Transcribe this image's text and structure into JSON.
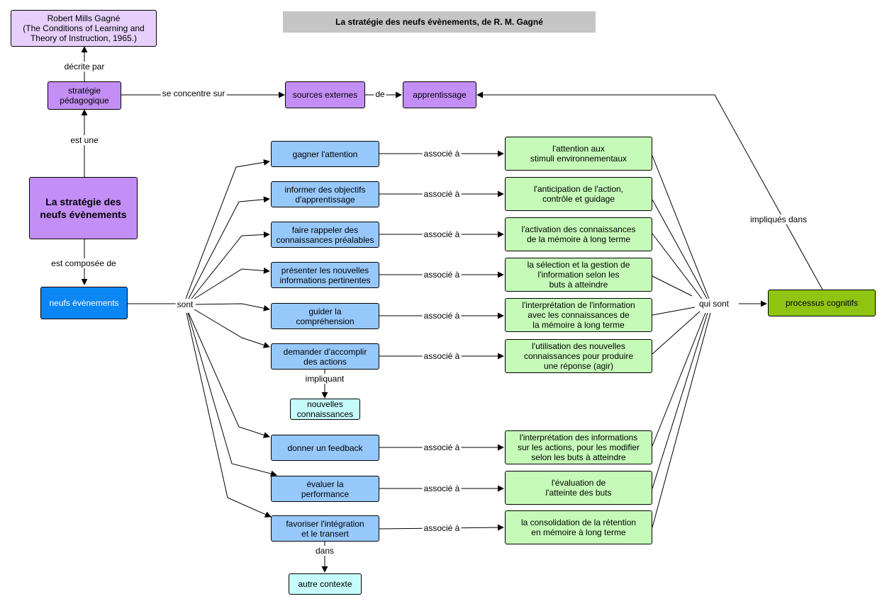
{
  "title": "La stratégie des neufs évènements, de R. M. Gagné",
  "colors": {
    "lilac": "#e6d0fb",
    "purple": "#c38ef5",
    "blue": "#0a86f5",
    "light_blue": "#97c8fb",
    "green": "#c5fab8",
    "lime": "#8fc413",
    "cyan": "#c5fbfb",
    "title_bar": "#c5c5c5"
  },
  "nodes": {
    "author": "Robert Mills Gagné\n(The Conditions of Learning and\nTheory of Instruction, 1965.)",
    "strategie_pedagogique": "stratégie\npédagogique",
    "sources_externes": "sources externes",
    "apprentissage": "apprentissage",
    "main": "La stratégie des\nneufs évènements",
    "neufs_evenements": "neufs évènements",
    "processus_cognitifs": "processus cognitifs",
    "nouvelles_connaissances": "nouvelles\nconnaissances",
    "autre_contexte": "autre contexte"
  },
  "events": [
    "gagner l'attention",
    "informer des objectifs\nd'apprentissage",
    "faire rappeler des\nconnaissances préalables",
    "présenter les nouvelles\ninformations pertinentes",
    "guider la\ncompréhension",
    "demander d'accomplir\ndes actions",
    "donner un feedback",
    "évaluer la\nperformance",
    "favoriser l'intégration\net le transert"
  ],
  "processes": [
    "l'attention aux\nstimuli environnementaux",
    "l'anticipation de l'action,\ncontrôle et guidage",
    "l'activation des connaissances\nde la mémoire à long terme",
    "la sélection et la gestion de\nl'information selon les\nbuts à atteindre",
    "l'interprétation de l'information\navec les connaissances de\nla mémoire à long terme",
    "l'utilisation des nouvelles\nconnaissances pour produire\nune réponse (agir)",
    "l'interprétation des informations\nsur les actions, pour les modifier\nselon les buts à atteindre",
    "l'évaluation de\nl'atteinte des buts",
    "la consolidation de la rétention\nen mémoire à long terme"
  ],
  "labels": {
    "decrite_par": "décrite par",
    "se_concentre_sur": "se concentre sur",
    "de": "de",
    "est_une": "est une",
    "est_composee_de": "est composée de",
    "sont": "sont",
    "associe_a": "associé à",
    "impliquant": "impliquant",
    "dans": "dans",
    "qui_sont": "qui sont",
    "impliques_dans": "impliqués dans"
  }
}
